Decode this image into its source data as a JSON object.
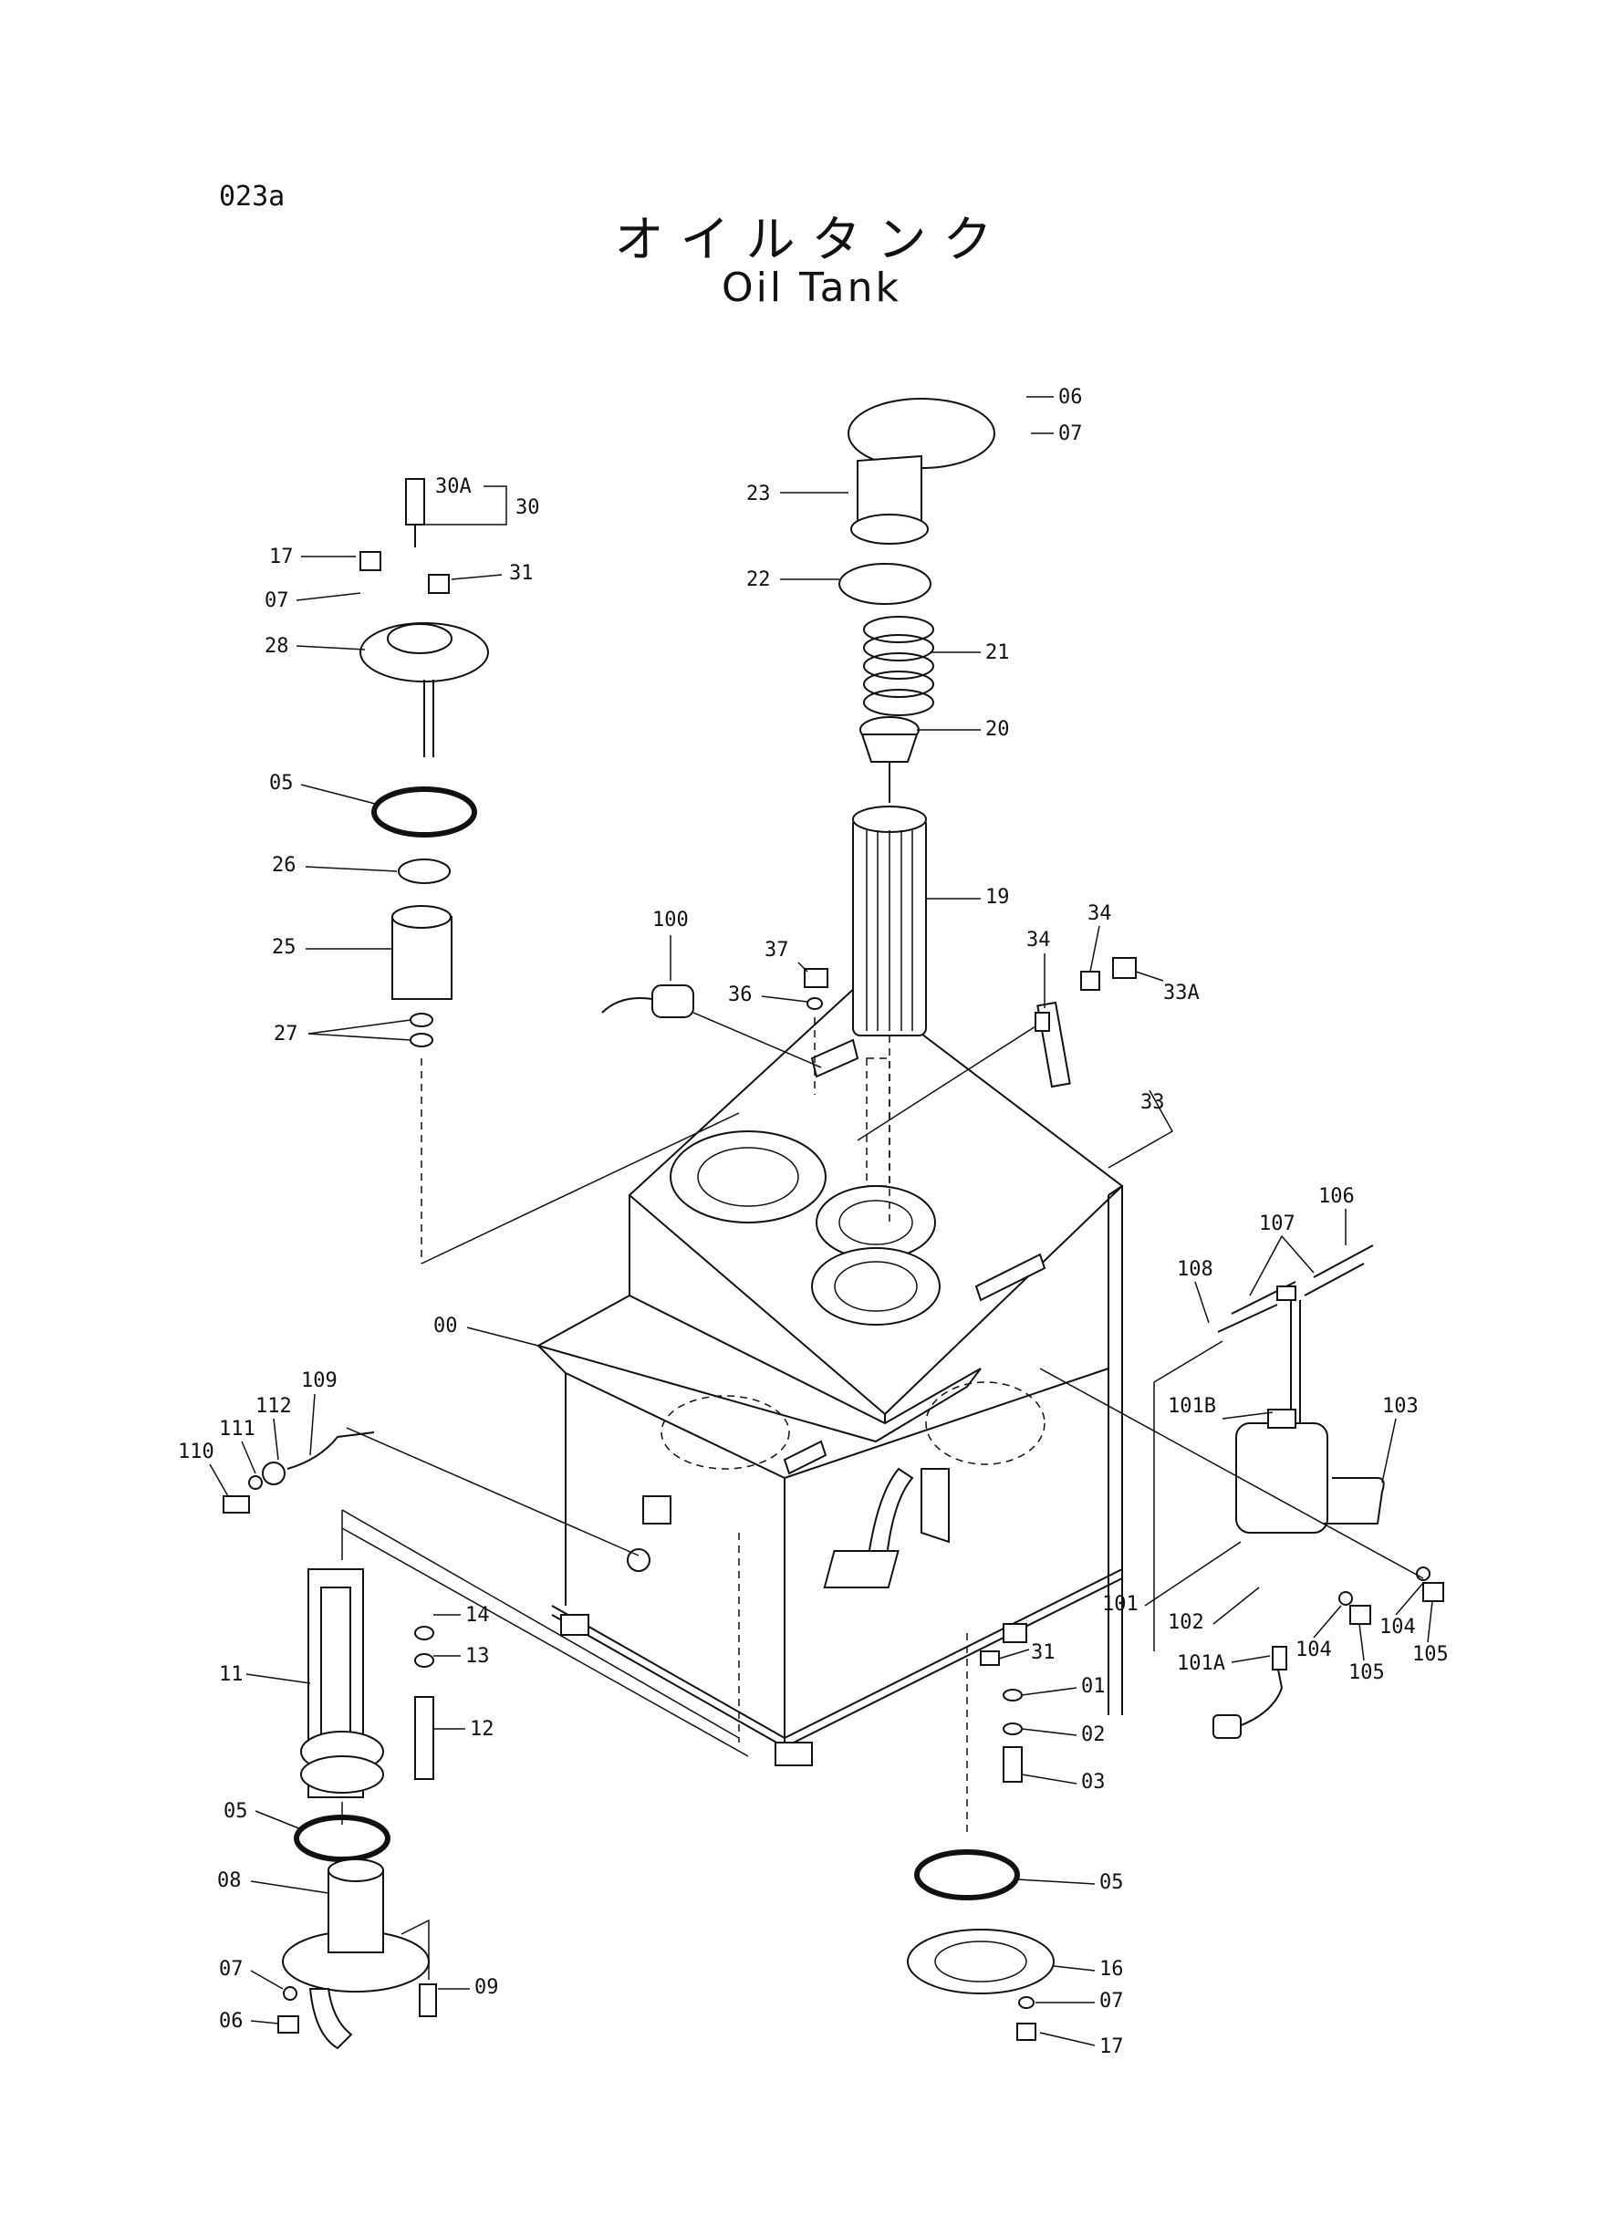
{
  "page_code": "023a",
  "title_jp": "オイルタンク",
  "title_en": "Oil Tank",
  "callouts": [
    "06",
    "07",
    "23",
    "22",
    "21",
    "20",
    "19",
    "30A",
    "30",
    "17",
    "07",
    "31",
    "28",
    "05",
    "26",
    "25",
    "27",
    "100",
    "37",
    "36",
    "34",
    "34",
    "33A",
    "33",
    "107",
    "106",
    "108",
    "00",
    "101B",
    "103",
    "109",
    "112",
    "111",
    "110",
    "14",
    "13",
    "11",
    "12",
    "31",
    "01",
    "02",
    "03",
    "101",
    "102",
    "104",
    "105",
    "104",
    "105",
    "101A",
    "05",
    "08",
    "07",
    "06",
    "09",
    "05",
    "16",
    "07",
    "17"
  ]
}
